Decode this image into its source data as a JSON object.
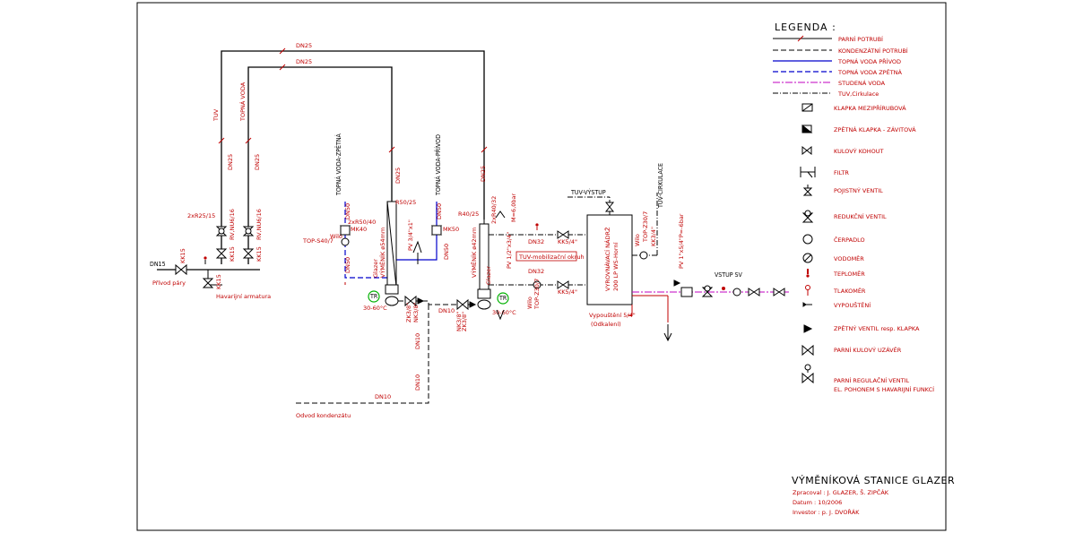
{
  "legend": {
    "title": "LEGENDA :",
    "lines": [
      "PARNÍ POTRUBÍ",
      "KONDENZÁTNÍ POTRUBÍ",
      "TOPNÁ VODA PŘÍVOD",
      "TOPNÁ VODA ZPĚTNÁ",
      "STUDENÁ VODA",
      "TUV,Cirkulace"
    ],
    "symbols": [
      "KLAPKA MEZIPŘÍRUBOVÁ",
      "ZPĚTNÁ KLAPKA - ZÁVITOVÁ",
      "KULOVÝ KOHOUT",
      "FILTR",
      "POJISTNÝ VENTIL",
      "REDUKČNÍ VENTIL",
      "ČERPADLO",
      "VODOMĚR",
      "TEPLOMĚR",
      "TLAKOMĚR",
      "VYPOUŠTĚNÍ",
      "ZPĚTNÝ VENTIL resp. KLAPKA",
      "PARNÍ KULOVÝ UZÁVĚR",
      "PARNÍ REGULAČNÍ VENTIL",
      "EL. POHONEM S HAVARIJNÍ FUNKCÍ"
    ]
  },
  "title_block": {
    "title": "VÝMĚNÍKOVÁ STANICE GLAZER",
    "prepared": "Zpracoval : J. GLAZER, Š. ZIPČÁK",
    "date": "Datum : 10/2006",
    "investor": "Investor : p. J. DVOŘÁK"
  },
  "labels": {
    "dn25_a": "DN25",
    "dn25_b": "DN25",
    "tuv": "TUV",
    "topna_voda": "TOPNÁ VODA",
    "dn25_c": "DN25",
    "dn25_d": "DN25",
    "dn25_e": "DN25",
    "dn25_f": "DN25",
    "r25_15": "2xR25/15",
    "rv_a": "RV,NU6/16",
    "rv_b": "RV,NU6/16",
    "kk15_a": "KK15",
    "kk15_b": "KK15",
    "kk15_c": "KK15",
    "kk15_d": "KK15",
    "dn15": "DN15",
    "privod_pary": "Přívod páry",
    "hav_armatura": "Havarijní armatura",
    "topna_zpetna": "TOPNÁ VODA-ZPĚTNÁ",
    "topna_privod": "TOPNÁ VODA-PŘÍVOD",
    "dn50_a": "DN50",
    "dn50_b": "DN50",
    "dn50_c": "DN50",
    "dn50_d": "DN50",
    "r50_40": "2xR50/40",
    "mk40": "MK40",
    "mk50": "MK50",
    "r50_25": "R50/25",
    "pv_a": "PV 3/4\"x1\"",
    "wilo_a": "Wilo",
    "top_s40": "TOP-S40/7",
    "glazer_a": "Glazer",
    "vymenik_a": "VÝMĚNÍK ø54mm",
    "glazer_b": "Glazer",
    "vymenik_b": "VÝMĚNÍK ø42mm",
    "temp_a": "30-60°C",
    "temp_b": "30-60°C",
    "tr_a": "TR",
    "tr_b": "TR",
    "zk_a": "ZK3/8\"",
    "nk_a": "NK3/8\"",
    "zk_b": "ZK3/8\"",
    "nk_b": "NK3/8\"",
    "dn10_a": "DN10",
    "dn10_b": "DN10",
    "dn10_c": "DN10",
    "dn10_d": "DN10",
    "odvod": "Odvod kondenzátu",
    "r40_25": "R40/25",
    "r40_32": "2xR40/32",
    "m6": "M=6,0bar",
    "pv_b": "PV 1/2\"x3/4\"",
    "dn32_a": "DN32",
    "dn32_b": "DN32",
    "kk54_a": "KK5/4\"",
    "kk54_b": "KK5/4\"",
    "tuv_mobil": "TUV-mobilizační okruh",
    "wilo_b": "Wilo",
    "top_z30": "TOP-Z30/7",
    "tuv_vystup": "TUV-VÝSTUP",
    "tuv_cirk": "TUV-CIRKULACE",
    "nadrz_1": "VYROVNÁVACÍ NÁDRŽ",
    "nadrz_2": "200 LP WS-Horní",
    "wilo_c": "Wilo",
    "top_z30b": "TOP-Z30/7",
    "kk34": "KK3/4\"",
    "pv_c": "PV 1\"x5/4\"P=-6bar",
    "vypousteni": "Vypouštění 5/4\"",
    "odkaleni": "(Odkalení)",
    "vstup_sv": "VSTUP SV"
  }
}
